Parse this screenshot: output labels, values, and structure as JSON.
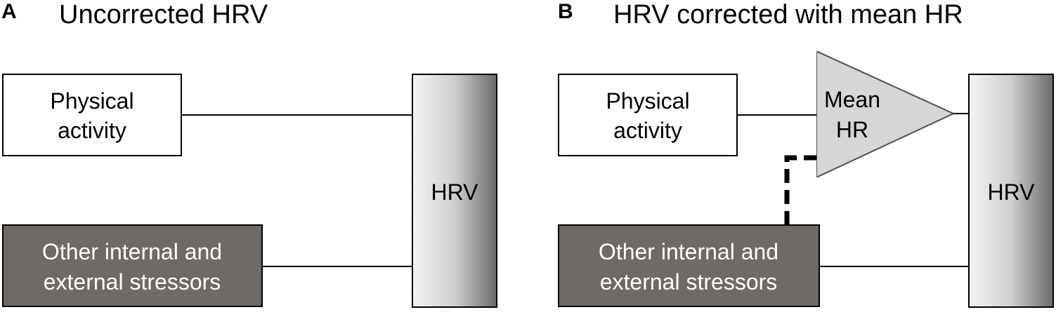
{
  "panel_a": {
    "letter": "A",
    "title": "Uncorrected HRV",
    "physical_activity": [
      "Physical",
      "activity"
    ],
    "stressors": [
      "Other internal and",
      "external stressors"
    ],
    "hrv": "HRV"
  },
  "panel_b": {
    "letter": "B",
    "title": "HRV corrected with mean HR",
    "physical_activity": [
      "Physical",
      "activity"
    ],
    "mean_hr": [
      "Mean",
      "HR"
    ],
    "stressors": [
      "Other internal and",
      "external stressors"
    ],
    "hrv": "HRV"
  },
  "colors": {
    "box_fill_light": "#ffffff",
    "box_fill_dark": "#6d6a67",
    "hrv_gradient_start": "#f4f4f4",
    "hrv_gradient_end": "#6a6a6a",
    "triangle_fill": "#dcdcdc"
  }
}
